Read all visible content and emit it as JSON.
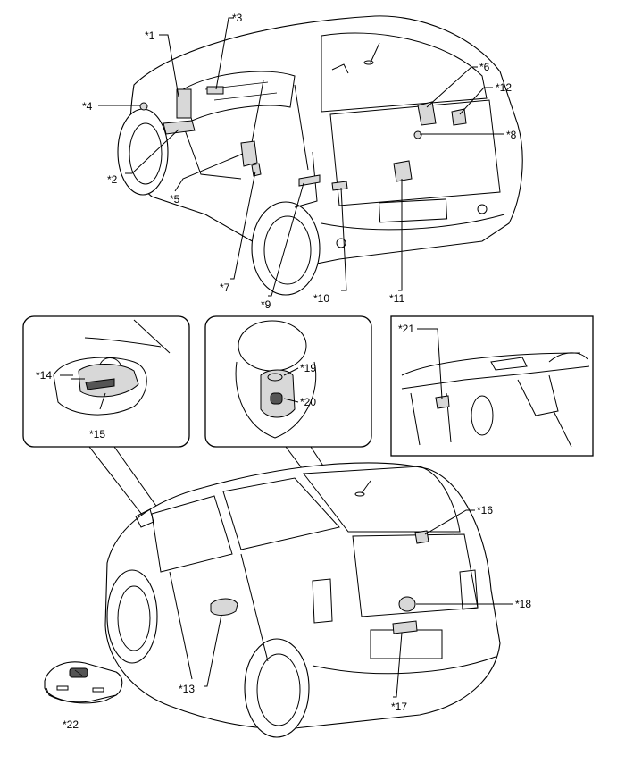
{
  "labels": {
    "l1": "*1",
    "l2": "*2",
    "l3": "*3",
    "l4": "*4",
    "l5": "*5",
    "l6": "*6",
    "l7": "*7",
    "l8": "*8",
    "l9": "*9",
    "l10": "*10",
    "l11": "*11",
    "l12": "*12",
    "l13": "*13",
    "l14": "*14",
    "l15": "*15",
    "l16": "*16",
    "l17": "*17",
    "l18": "*18",
    "l19": "*19",
    "l20": "*20",
    "l21": "*21",
    "l22": "*22"
  }
}
